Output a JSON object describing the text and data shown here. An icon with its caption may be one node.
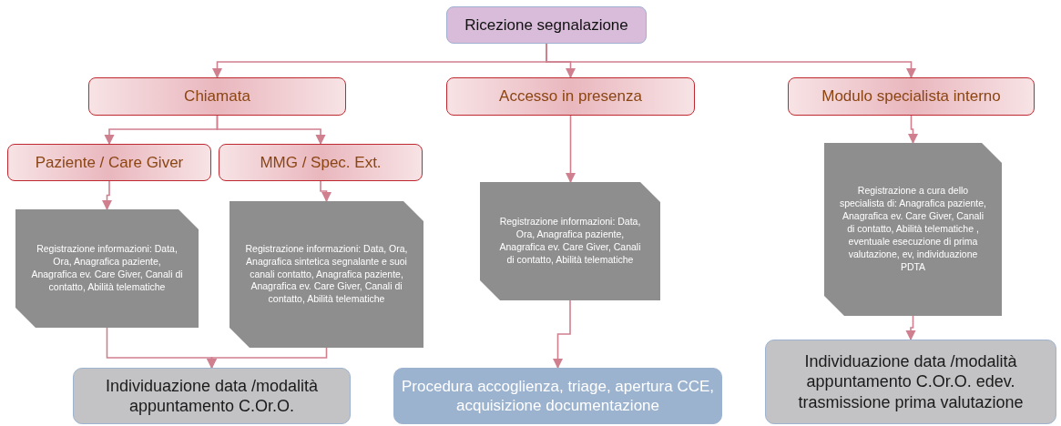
{
  "diagram": {
    "nodes": [
      {
        "text": [
          "Ricezione segnalazione"
        ]
      },
      {
        "text": [
          "Chiamata"
        ]
      },
      {
        "text": [
          "Accesso in presenza"
        ]
      },
      {
        "text": [
          "Modulo specialista interno"
        ]
      },
      {
        "text": [
          "Paziente / Care Giver"
        ]
      },
      {
        "text": [
          "MMG / Spec.  Ext."
        ]
      },
      {
        "text": [
          "Registrazione informazioni: Data, Ora, Anagrafica paziente, Anagrafica ev. Care Giver, Canali di contatto, Abilità telematiche"
        ]
      },
      {
        "text": [
          "Registrazione informazioni: Data, Ora, Anagrafica sintetica segnalante e suoi canali contatto, Anagrafica paziente, Anagrafica ev. Care Giver, Canali di contatto, Abilità telematiche"
        ]
      },
      {
        "text": [
          "Registrazione informazioni: Data, Ora, Anagrafica paziente, Anagrafica ev. Care Giver, Canali di contatto, Abilità telematiche"
        ]
      },
      {
        "text": [
          "Registrazione a cura dello specialista di: Anagrafica paziente, Anagrafica ev. Care Giver, Canali di contatto, Abilità telematiche , eventuale esecuzione di prima valutazione, ev, individuazione PDTA"
        ]
      },
      {
        "text": [
          "Individuazione data /modalità appuntamento C.Or.O."
        ]
      },
      {
        "text": [
          "Procedura accoglienza, triage, apertura CCE, acquisizione documentazione"
        ]
      },
      {
        "text": [
          "Individuazione data /modalità appuntamento C.Or.O. edev. trasmissione prima valutazione"
        ]
      }
    ],
    "edges": [
      {
        "from": 0,
        "to": 1,
        "arrow": "to"
      },
      {
        "from": 0,
        "to": 2,
        "arrow": "to"
      },
      {
        "from": 0,
        "to": 3,
        "arrow": "to"
      },
      {
        "from": 1,
        "to": 4,
        "arrow": "to"
      },
      {
        "from": 1,
        "to": 5,
        "arrow": "to"
      },
      {
        "from": 4,
        "to": 6,
        "arrow": "to"
      },
      {
        "from": 5,
        "to": 7,
        "arrow": "to"
      },
      {
        "from": 2,
        "to": 8,
        "arrow": "to"
      },
      {
        "from": 3,
        "to": 9,
        "arrow": "to"
      },
      {
        "from": 6,
        "to": 10,
        "arrow": "to"
      },
      {
        "from": 7,
        "to": 10,
        "arrow": "to"
      },
      {
        "from": 8,
        "to": 11,
        "arrow": "to"
      },
      {
        "from": 9,
        "to": 12,
        "arrow": "to"
      }
    ]
  }
}
